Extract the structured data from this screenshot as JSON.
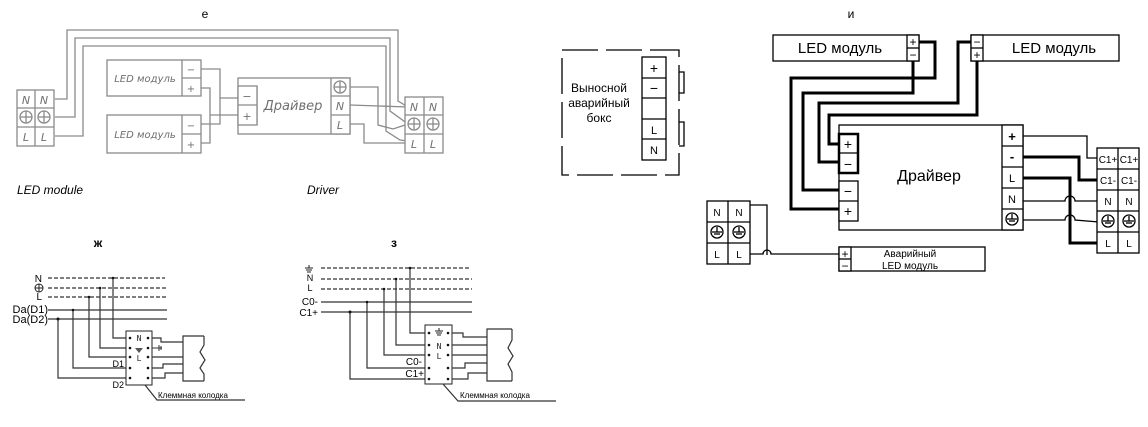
{
  "diagram_e": {
    "title": "е",
    "left_terminal": {
      "labels": [
        "N",
        "N",
        "L",
        "L"
      ]
    },
    "led_modules": [
      {
        "label": "LED модуль",
        "terminals": [
          "−",
          "+"
        ]
      },
      {
        "label": "LED модуль",
        "terminals": [
          "−",
          "+"
        ]
      }
    ],
    "driver": {
      "label": "Драйвер",
      "input_terminals": [
        "−",
        "+"
      ],
      "output_terminals": [
        "N",
        "L"
      ]
    },
    "right_terminal": {
      "labels": [
        "N",
        "N",
        "L",
        "L"
      ]
    },
    "caption_left": "LED module",
    "caption_right": "Driver"
  },
  "emergency_box": {
    "label_lines": [
      "Выносной",
      "аварийный",
      "бокс"
    ],
    "terminals": [
      "+",
      "−",
      "",
      "L",
      "N"
    ]
  },
  "diagram_i": {
    "title": "и",
    "led_modules": [
      {
        "label": "LED модуль",
        "terminals": [
          "+",
          "−"
        ]
      },
      {
        "label": "LED модуль",
        "terminals": [
          "−",
          "+"
        ]
      }
    ],
    "driver": {
      "label": "Драйвер",
      "left_terminals": [
        "+",
        "−",
        "−",
        "+"
      ],
      "right_terminals": [
        "+",
        "-",
        "L",
        "N"
      ]
    },
    "right_terminal": {
      "rows": [
        [
          "C1+",
          "C1+"
        ],
        [
          "C1-",
          "C1-"
        ],
        [
          "N",
          "N"
        ],
        [
          "",
          ""
        ],
        [
          "L",
          "L"
        ]
      ]
    },
    "left_terminal": {
      "rows": [
        [
          "N",
          "N"
        ],
        [
          "",
          ""
        ],
        [
          "L",
          "L"
        ]
      ]
    },
    "emergency_module": {
      "label_lines": [
        "Аварийный",
        "LED модуль"
      ],
      "terminals": [
        "+",
        "−"
      ]
    }
  },
  "diagram_zh": {
    "title": "ж",
    "lines": [
      "N",
      "L",
      "Da(D1)",
      "Da(D2)"
    ],
    "block_labels": [
      "N",
      "L"
    ],
    "side_labels": [
      "D1",
      "D2"
    ],
    "caption": "Клеммная колодка"
  },
  "diagram_z": {
    "title": "з",
    "lines": [
      "N",
      "L",
      "C0-",
      "C1+"
    ],
    "block_labels": [
      "N",
      "L"
    ],
    "side_labels": [
      "C0-",
      "C1+"
    ],
    "caption": "Клеммная колодка"
  }
}
